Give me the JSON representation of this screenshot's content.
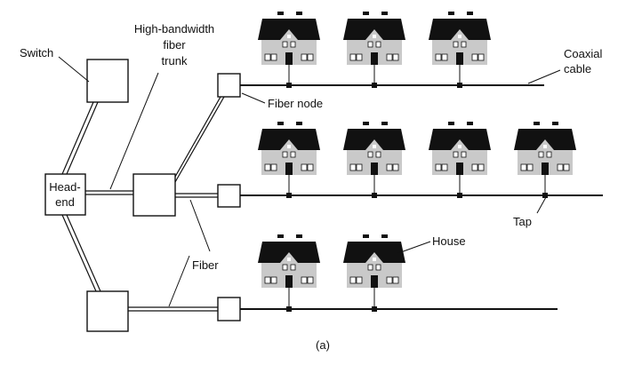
{
  "labels": {
    "switch": "Switch",
    "trunk_line1": "High-bandwidth",
    "trunk_line2": "fiber",
    "trunk_line3": "trunk",
    "headend_line1": "Head-",
    "headend_line2": "end",
    "fiber_node": "Fiber node",
    "coaxial_line1": "Coaxial",
    "coaxial_line2": "cable",
    "fiber": "Fiber",
    "house": "House",
    "tap": "Tap",
    "caption": "(a)"
  }
}
